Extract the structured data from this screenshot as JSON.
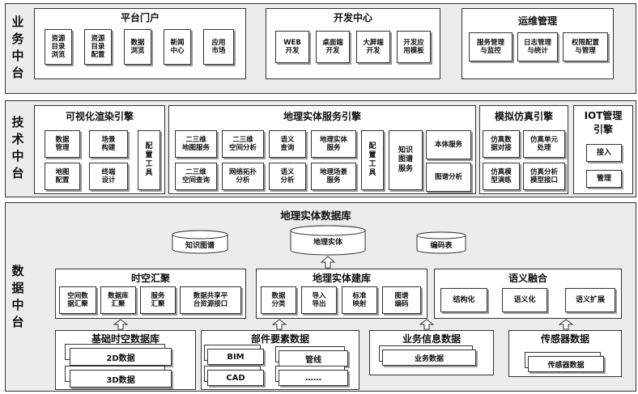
{
  "layers": {
    "business": "业务\n中台",
    "tech": "技术\n中台",
    "data": "数据\n中台"
  },
  "business": {
    "portal": {
      "title": "平台门户",
      "items": [
        "资源\n目录\n浏览",
        "资源\n目录\n配置",
        "数据\n浏览",
        "新闻\n中心",
        "应用\n市场"
      ]
    },
    "dev": {
      "title": "开发中心",
      "items": [
        "WEB\n开发",
        "桌面端\n开发",
        "大屏端\n开发",
        "开发应\n用模板"
      ]
    },
    "ops": {
      "title": "运维管理",
      "items": [
        "服务管理\n与监控",
        "日志管理\n与统计",
        "权限配置\n与管理"
      ]
    }
  },
  "tech": {
    "render": {
      "title": "可视化渲染引擎",
      "items": [
        "数据\n管理",
        "场景\n构建",
        "地图\n配置",
        "终端\n设计"
      ],
      "side": "配\n置\n工\n具"
    },
    "geo": {
      "title": "地理实体服务引擎",
      "items": [
        "二三维\n地图服务",
        "二三维\n空间分析",
        "语义\n查询",
        "地理实体\n服务",
        "二三维\n空间查询",
        "网络拓扑\n分析",
        "语义\n分析",
        "地理场景\n服务"
      ],
      "side": "配\n置\n工\n具",
      "kg": "知识\n图谱\n服务",
      "kg_items": [
        "本体服务",
        "图谱分析"
      ]
    },
    "sim": {
      "title": "模拟仿真引擎",
      "items": [
        "仿真数\n据对接",
        "仿真单元\n处理",
        "仿真模\n型演练",
        "仿真分析\n模型接口"
      ]
    },
    "iot": {
      "title": "IOT管理\n引擎",
      "items": [
        "接入",
        "管理"
      ]
    }
  },
  "data": {
    "db_title": "地理实体数据库",
    "cylinders": [
      "知识图谱",
      "地理实体",
      "编码表"
    ],
    "spacetime": {
      "title": "时空汇聚",
      "items": [
        "空间数\n据汇聚",
        "数据库\n汇聚",
        "服务\n汇聚",
        "数据共享平\n台资源接口"
      ]
    },
    "build": {
      "title": "地理实体建库",
      "items": [
        "数据\n分类",
        "导入\n导出",
        "标准\n映射",
        "图谱\n编码"
      ]
    },
    "semantic": {
      "title": "语义融合",
      "items": [
        "结构化",
        "语义化",
        "语义扩展"
      ]
    },
    "sources": {
      "base": {
        "title": "基础时空数据库",
        "items": [
          "2D数据",
          "3D数据"
        ]
      },
      "parts": {
        "title": "部件要素数据",
        "items": [
          "BIM",
          "CAD",
          "管线",
          "……"
        ]
      },
      "biz": {
        "title": "业务信息数据",
        "items": [
          "业务数据"
        ]
      },
      "sensor": {
        "title": "传感器数据",
        "items": [
          "传感器数据"
        ]
      }
    }
  }
}
